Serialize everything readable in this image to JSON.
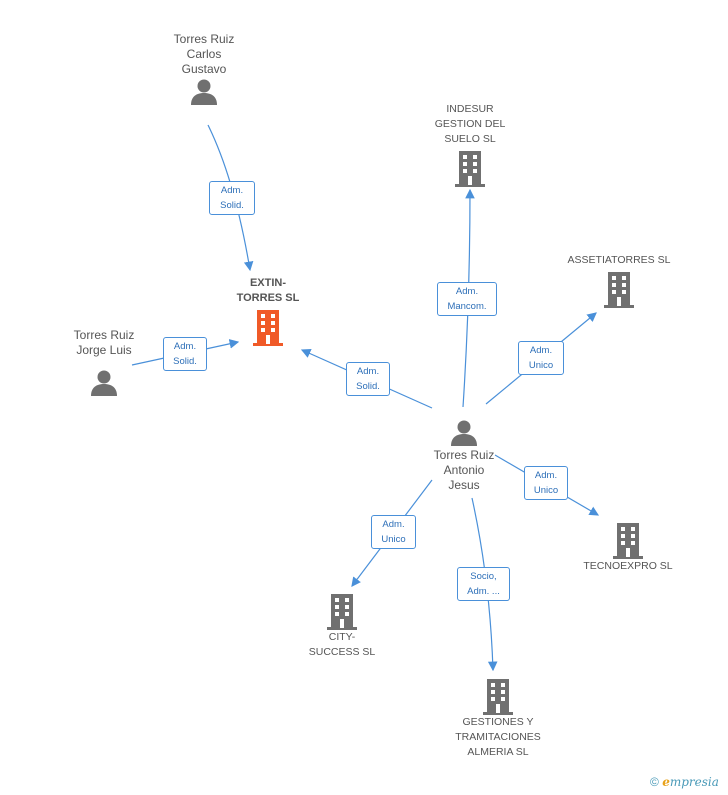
{
  "nodes": {
    "carlos": {
      "label": "Torres Ruiz\nCarlos\nGustavo"
    },
    "jorge": {
      "label": "Torres Ruiz\nJorge Luis"
    },
    "antonio": {
      "label": "Torres Ruiz\nAntonio\nJesus"
    },
    "extin": {
      "label": "EXTIN-\nTORRES SL"
    },
    "indesur": {
      "label": "INDESUR\nGESTION DEL\nSUELO  SL"
    },
    "assetia": {
      "label": "ASSETIATORRES SL"
    },
    "tecno": {
      "label": "TECNOEXPRO SL"
    },
    "city": {
      "label": "CITY-\nSUCCESS  SL"
    },
    "gestiones": {
      "label": "GESTIONES Y\nTRAMITACIONES\nALMERIA SL"
    }
  },
  "edges": {
    "carlos_extin": "Adm.\nSolid.",
    "jorge_extin": "Adm.\nSolid.",
    "antonio_extin": "Adm.\nSolid.",
    "antonio_indesur": "Adm.\nMancom.",
    "antonio_assetia": "Adm.\nUnico",
    "antonio_tecno": "Adm.\nUnico",
    "antonio_city": "Adm.\nUnico",
    "antonio_gestiones": "Socio,\nAdm. ..."
  },
  "colors": {
    "edge": "#4a90d9",
    "person": "#707070",
    "company": "#707070",
    "focus_company": "#f05a28"
  },
  "footer": {
    "copyright": "©",
    "brand_first": "e",
    "brand_rest": "mpresia"
  }
}
